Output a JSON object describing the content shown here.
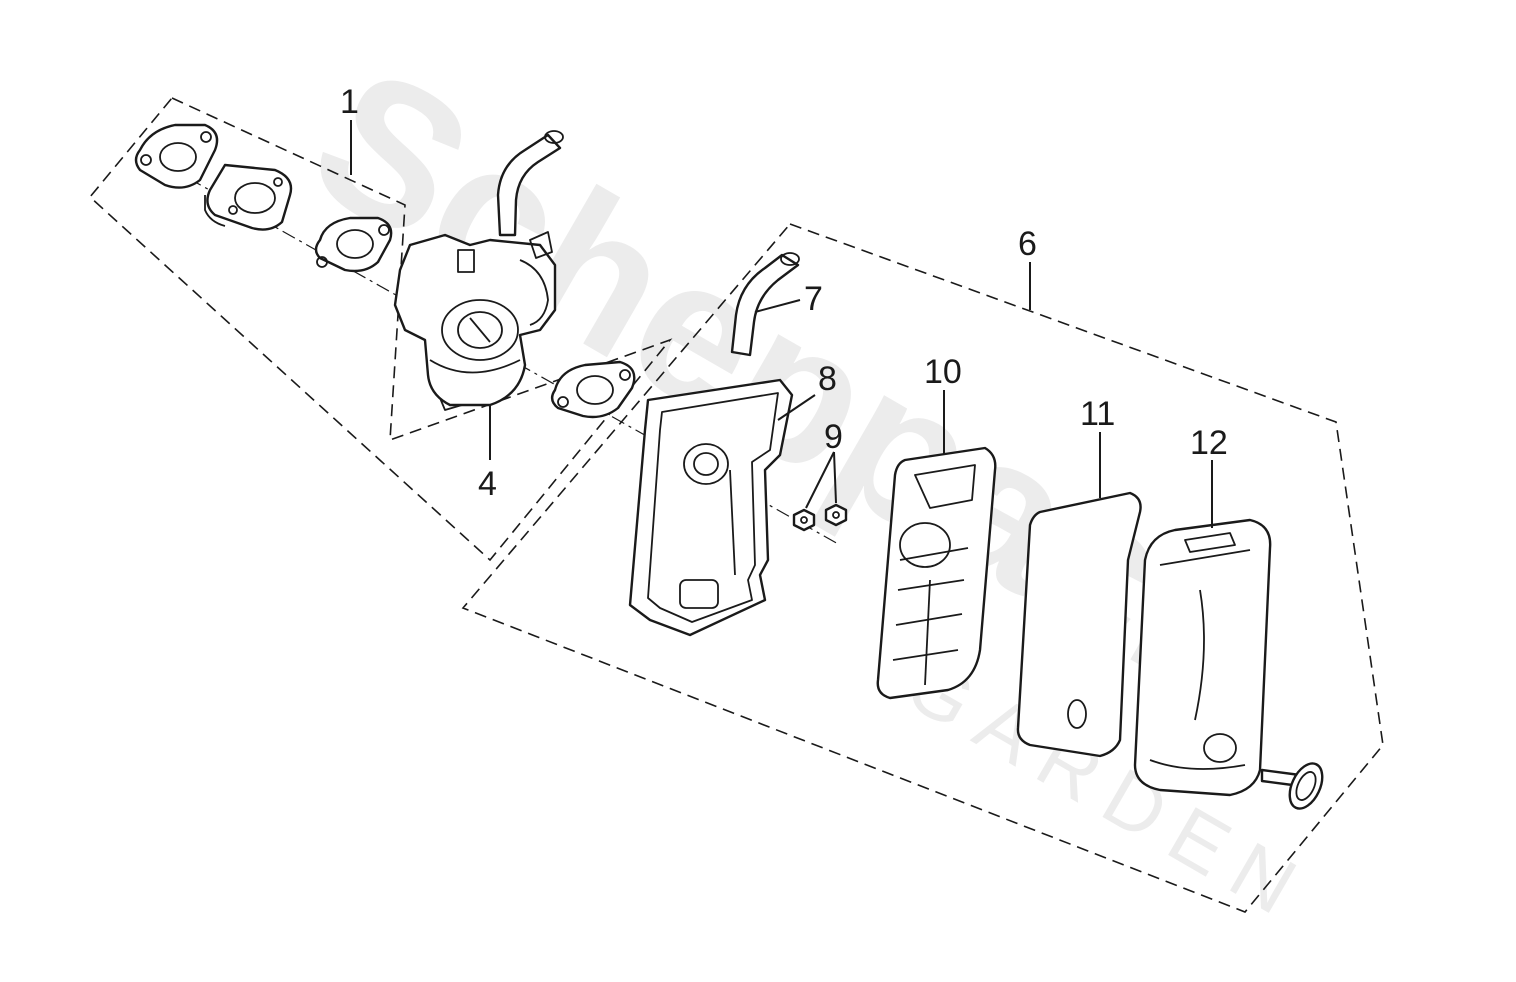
{
  "watermark": {
    "brand": "Scheppach",
    "sub": "GARDEN"
  },
  "callouts": [
    {
      "id": "1",
      "label": "1"
    },
    {
      "id": "4",
      "label": "4"
    },
    {
      "id": "6",
      "label": "6"
    },
    {
      "id": "7",
      "label": "7"
    },
    {
      "id": "8",
      "label": "8"
    },
    {
      "id": "9",
      "label": "9"
    },
    {
      "id": "10",
      "label": "10"
    },
    {
      "id": "11",
      "label": "11"
    },
    {
      "id": "12",
      "label": "12"
    }
  ],
  "colors": {
    "line": "#1a1a1a",
    "background": "#ffffff",
    "watermark": "#ececec"
  }
}
